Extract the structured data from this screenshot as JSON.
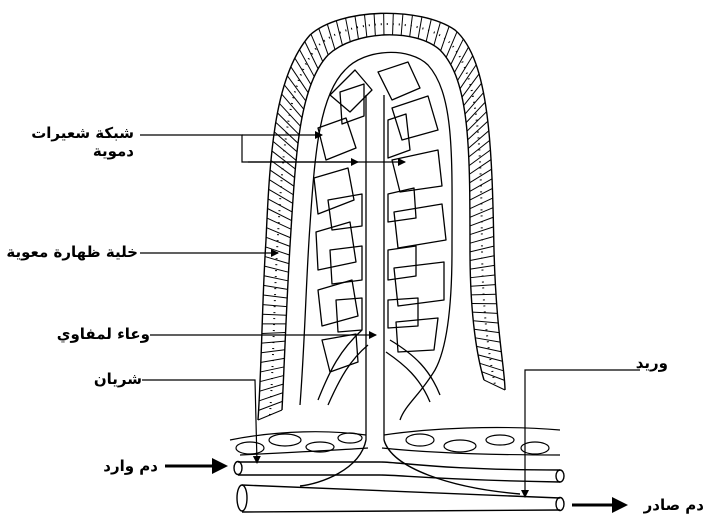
{
  "labels": {
    "capillary_network_line1": "شبكة شعيرات",
    "capillary_network_line2": "دموية",
    "epithelial_cell": "خلية ظهارة معوية",
    "lacteal": "وعاء لمفاوي",
    "artery": "شريان",
    "vein": "وريد",
    "blood_in": "دم وارد",
    "blood_out": "دم صادر"
  },
  "colors": {
    "ink": "#000000",
    "paper": "#ffffff"
  }
}
